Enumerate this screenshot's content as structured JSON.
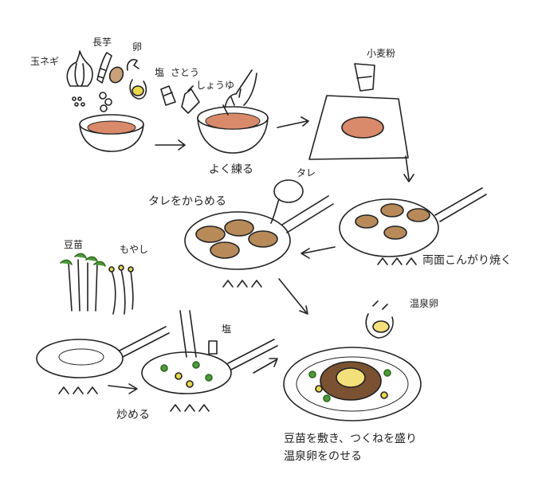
{
  "ingredients": {
    "onion": "玉ネギ",
    "yam": "長芋",
    "egg": "卵",
    "salt": "塩",
    "sugar": "さとう",
    "soy_sauce": "しょうゆ"
  },
  "steps": {
    "knead": "よく練る",
    "flour": "小麦粉",
    "sauce": "タレ",
    "coat_sauce": "タレをからめる",
    "grill_both_sides": "両面こんがり焼く",
    "pea_sprouts": "豆苗",
    "bean_sprouts": "もやし",
    "salt2": "塩",
    "stir_fry": "炒める",
    "onsen_egg": "温泉卵",
    "final_line1": "豆苗を敷き、つくねを盛り",
    "final_line2": "温泉卵をのせる"
  },
  "colors": {
    "ink": "#222222",
    "tsukune": "#b88a5a",
    "tsukune_dark": "#7a5232",
    "greens": "#4e9a3a",
    "yellow": "#e8d84a",
    "mixture": "#d98a6a",
    "egg_yolk": "#f3e07a"
  }
}
